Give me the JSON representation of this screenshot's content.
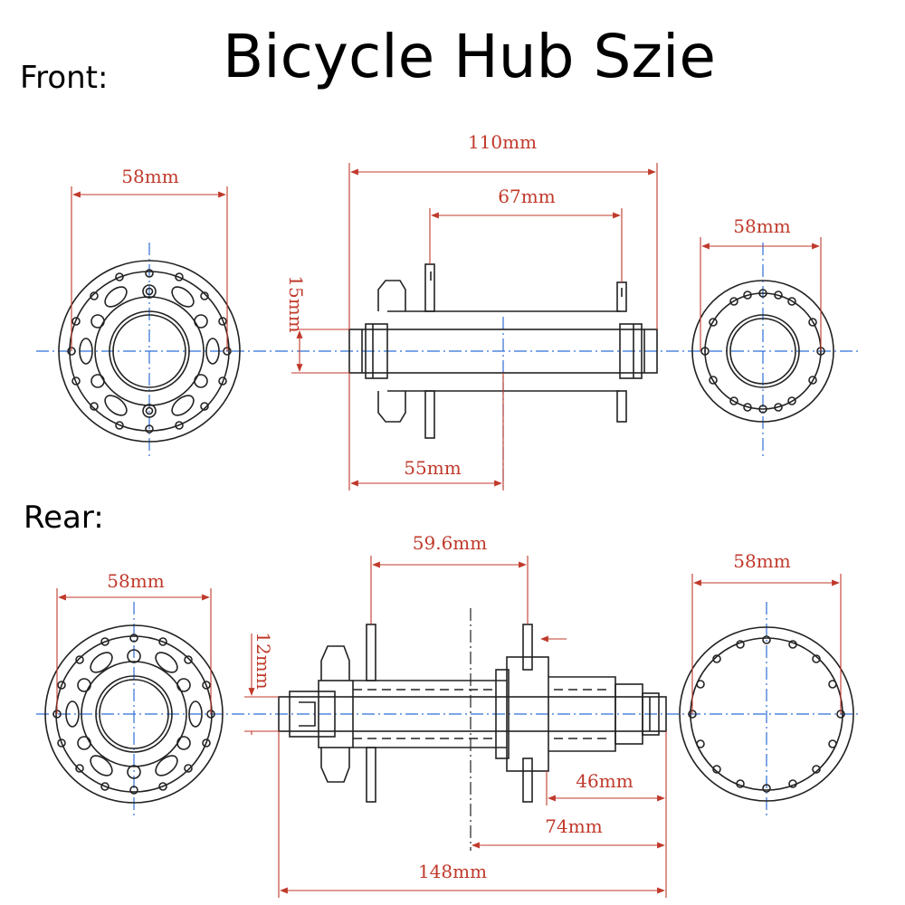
{
  "title": "Bicycle Hub Szie",
  "labels": {
    "front": "Front:",
    "rear": "Rear:"
  },
  "colors": {
    "dimension": "#c0392b",
    "centerline": "#2f6fd6",
    "drawing": "#222222"
  },
  "front": {
    "dimensions": {
      "flange_left": "58mm",
      "overall": "110mm",
      "flange_spacing": "67mm",
      "flange_right": "58mm",
      "axle": "15mm",
      "center_offset": "55mm"
    }
  },
  "rear": {
    "dimensions": {
      "flange_left": "58mm",
      "flange_spacing": "59.6mm",
      "flange_right": "58mm",
      "axle": "12mm",
      "freehub": "46mm",
      "center_offset": "74mm",
      "overall": "148mm"
    }
  }
}
